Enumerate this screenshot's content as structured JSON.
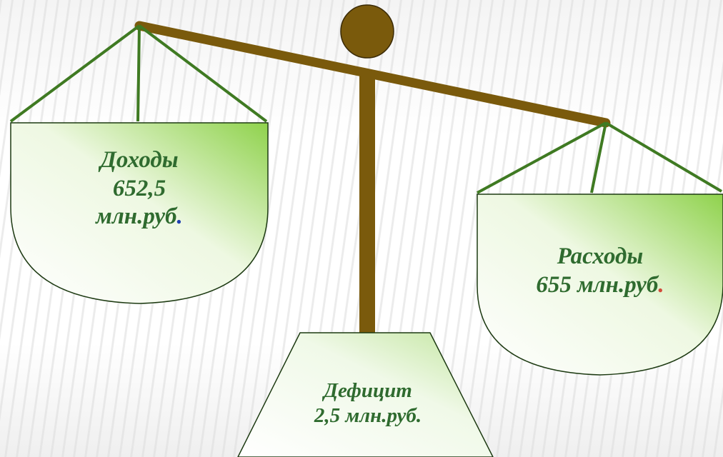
{
  "income": {
    "title": "Доходы",
    "amount": "652,5",
    "unit": "млн.руб",
    "dot": "."
  },
  "expense": {
    "title": "Расходы",
    "amount_unit": "655 млн.руб",
    "dot": "."
  },
  "deficit": {
    "title": "Дефицит",
    "amount_unit": "2,5 млн.руб."
  },
  "colors": {
    "beam": "#7a5a0c",
    "strings": "#3f7a22",
    "pan_fill_light": "#ffffff",
    "pan_fill_dark": "#8fd24c",
    "text": "#2f6b2f",
    "dot_income": "#1f3fb0",
    "dot_expense": "#d24b3a"
  }
}
